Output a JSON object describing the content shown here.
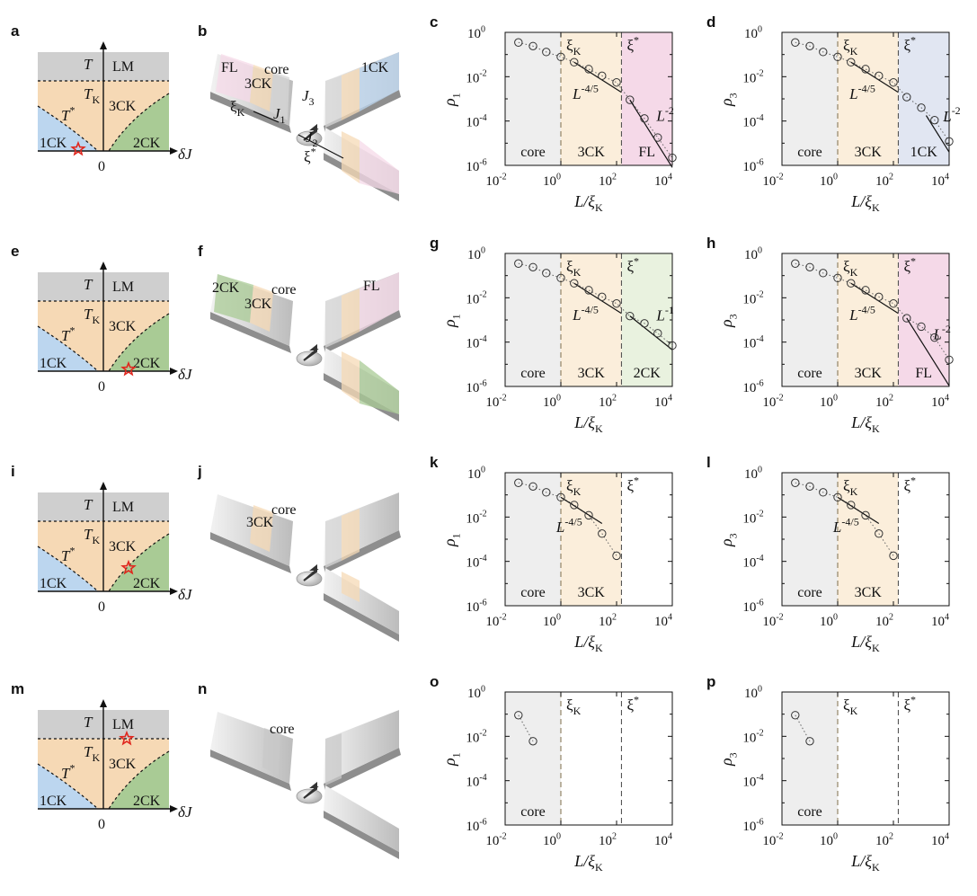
{
  "colors": {
    "lm": "#cfcfcf",
    "ck3": "#f6d9b5",
    "ck1": "#bcd6ef",
    "ck2": "#a9cb95",
    "core_band": "#eeeeee",
    "ck3_band": "#fbeedb",
    "fl_band": "#f5d9e8",
    "ck1_band": "#e1e6f2",
    "ck2_band": "#e9f2df",
    "label_3ck": "#e2662b",
    "label_1ck": "#2243d6",
    "label_2ck": "#2f6b2a",
    "label_fl": "#d9163f",
    "star": "#e0271e"
  },
  "phase_diagram": {
    "labels": {
      "T": "T",
      "LM": "LM",
      "TK": "T",
      "TK_sub": "K",
      "Tstar": "T",
      "Tstar_sup": "*",
      "ck3": "3CK",
      "ck1": "1CK",
      "ck2": "2CK",
      "dJ": "δJ",
      "zero": "0"
    },
    "rows": [
      {
        "letter": "a",
        "star_pos": "1ck-2ck-boundary"
      },
      {
        "letter": "e",
        "star_pos": "2ck-axis"
      },
      {
        "letter": "i",
        "star_pos": "3ck-2ck-boundary"
      },
      {
        "letter": "m",
        "star_pos": "lm-3ck-boundary"
      }
    ]
  },
  "cartoons": [
    {
      "letter": "b",
      "labels": [
        {
          "text": "FL",
          "color": "label_fl"
        },
        {
          "text": "3CK",
          "color": "label_3ck"
        },
        {
          "text": "core",
          "color": "dark"
        },
        {
          "text": "1CK",
          "color": "label_1ck"
        },
        {
          "text": "J",
          "sub": "3"
        },
        {
          "text": "J",
          "sub": "1"
        },
        {
          "text": "J",
          "sub": "2"
        },
        {
          "text": "ξ",
          "sub": "K"
        },
        {
          "text": "ξ",
          "sup": "*"
        }
      ]
    },
    {
      "letter": "f",
      "labels": [
        {
          "text": "2CK",
          "color": "label_2ck"
        },
        {
          "text": "core",
          "color": "dark"
        },
        {
          "text": "3CK",
          "color": "label_3ck"
        },
        {
          "text": "FL",
          "color": "label_fl"
        }
      ]
    },
    {
      "letter": "j",
      "labels": [
        {
          "text": "3CK",
          "color": "label_3ck"
        },
        {
          "text": "core",
          "color": "dark"
        }
      ]
    },
    {
      "letter": "n",
      "labels": [
        {
          "text": "core",
          "color": "dark"
        }
      ]
    }
  ],
  "common_axis": {
    "xlabel": "L/ξ",
    "xlabel_sub": "K",
    "x_ticks": [
      {
        "base": "10",
        "exp": "-2"
      },
      {
        "base": "10",
        "exp": "0"
      },
      {
        "base": "10",
        "exp": "2"
      },
      {
        "base": "10",
        "exp": "4"
      }
    ],
    "y_ticks": [
      {
        "base": "10",
        "exp": "0"
      },
      {
        "base": "10",
        "exp": "-2"
      },
      {
        "base": "10",
        "exp": "-4"
      },
      {
        "base": "10",
        "exp": "-6"
      }
    ],
    "xi_k": "ξ",
    "xi_k_sub": "K",
    "xi_star": "ξ",
    "xi_star_sup": "*",
    "core_label": "core",
    "ck3_label": "3CK"
  },
  "chart_data": [
    {
      "letter": "c",
      "type": "scatter",
      "ylabel": "ρ",
      "ylabel_sub": "1",
      "xlog": true,
      "ylog": true,
      "xlim": [
        0.01,
        10000
      ],
      "ylim": [
        1e-06,
        1
      ],
      "x": [
        0.03,
        0.1,
        0.3,
        1,
        3,
        10,
        30,
        100,
        300,
        1000,
        3000,
        10000
      ],
      "y": [
        0.35,
        0.24,
        0.13,
        0.078,
        0.045,
        0.022,
        0.011,
        0.0055,
        0.0009,
        0.00013,
        1.8e-05,
        2.2e-06
      ],
      "fits": [
        {
          "label": "L",
          "label_sup": "-4/5",
          "x_range": [
            3,
            150
          ],
          "exponent": -0.8
        },
        {
          "label": "L",
          "label_sup": "-2",
          "x_range": [
            300,
            10000
          ],
          "exponent": -2
        }
      ],
      "regions": [
        {
          "label": "core",
          "color": "core_band",
          "x": [
            0.01,
            1
          ]
        },
        {
          "label": "3CK",
          "color": "ck3_band",
          "x": [
            1,
            150
          ]
        },
        {
          "label": "FL",
          "color": "fl_band",
          "x": [
            150,
            10000
          ]
        }
      ]
    },
    {
      "letter": "d",
      "type": "scatter",
      "ylabel": "ρ",
      "ylabel_sub": "3",
      "xlog": true,
      "ylog": true,
      "xlim": [
        0.01,
        10000
      ],
      "ylim": [
        1e-06,
        1
      ],
      "x": [
        0.03,
        0.1,
        0.3,
        1,
        3,
        10,
        30,
        100,
        300,
        1000,
        3000,
        10000
      ],
      "y": [
        0.35,
        0.24,
        0.13,
        0.078,
        0.045,
        0.022,
        0.011,
        0.0055,
        0.0012,
        0.0004,
        0.00011,
        1.2e-05
      ],
      "fits": [
        {
          "label": "L",
          "label_sup": "-4/5",
          "x_range": [
            3,
            150
          ],
          "exponent": -0.8
        },
        {
          "label": "L",
          "label_sup": "-2",
          "x_range": [
            1500,
            10000
          ],
          "exponent": -2
        }
      ],
      "regions": [
        {
          "label": "core",
          "color": "core_band",
          "x": [
            0.01,
            1
          ]
        },
        {
          "label": "3CK",
          "color": "ck3_band",
          "x": [
            1,
            150
          ]
        },
        {
          "label": "1CK",
          "color": "ck1_band",
          "x": [
            150,
            10000
          ]
        }
      ]
    },
    {
      "letter": "g",
      "type": "scatter",
      "ylabel": "ρ",
      "ylabel_sub": "1",
      "xlog": true,
      "ylog": true,
      "xlim": [
        0.01,
        10000
      ],
      "ylim": [
        1e-06,
        1
      ],
      "x": [
        0.03,
        0.1,
        0.3,
        1,
        3,
        10,
        30,
        100,
        300,
        1000,
        3000,
        10000
      ],
      "y": [
        0.35,
        0.24,
        0.13,
        0.078,
        0.045,
        0.022,
        0.011,
        0.0055,
        0.0015,
        0.0007,
        0.00025,
        7e-05
      ],
      "fits": [
        {
          "label": "L",
          "label_sup": "-4/5",
          "x_range": [
            3,
            150
          ],
          "exponent": -0.8
        },
        {
          "label": "L",
          "label_sup": "-1",
          "x_range": [
            300,
            10000
          ],
          "exponent": -1
        }
      ],
      "regions": [
        {
          "label": "core",
          "color": "core_band",
          "x": [
            0.01,
            1
          ]
        },
        {
          "label": "3CK",
          "color": "ck3_band",
          "x": [
            1,
            150
          ]
        },
        {
          "label": "2CK",
          "color": "ck2_band",
          "x": [
            150,
            10000
          ]
        }
      ]
    },
    {
      "letter": "h",
      "type": "scatter",
      "ylabel": "ρ",
      "ylabel_sub": "3",
      "xlog": true,
      "ylog": true,
      "xlim": [
        0.01,
        10000
      ],
      "ylim": [
        1e-06,
        1
      ],
      "x": [
        0.03,
        0.1,
        0.3,
        1,
        3,
        10,
        30,
        100,
        300,
        1000,
        3000,
        10000
      ],
      "y": [
        0.35,
        0.24,
        0.13,
        0.078,
        0.045,
        0.022,
        0.011,
        0.0055,
        0.0012,
        0.0005,
        0.00016,
        1.6e-05
      ],
      "fits": [
        {
          "label": "L",
          "label_sup": "-4/5",
          "x_range": [
            3,
            150
          ],
          "exponent": -0.8
        },
        {
          "label": "L",
          "label_sup": "-2",
          "x_range": [
            300,
            10000
          ],
          "exponent": -2
        }
      ],
      "regions": [
        {
          "label": "core",
          "color": "core_band",
          "x": [
            0.01,
            1
          ]
        },
        {
          "label": "3CK",
          "color": "ck3_band",
          "x": [
            1,
            150
          ]
        },
        {
          "label": "FL",
          "color": "fl_band",
          "x": [
            150,
            10000
          ]
        }
      ]
    },
    {
      "letter": "k",
      "type": "scatter",
      "ylabel": "ρ",
      "ylabel_sub": "1",
      "xlog": true,
      "ylog": true,
      "xlim": [
        0.01,
        10000
      ],
      "ylim": [
        1e-06,
        1
      ],
      "x": [
        0.03,
        0.1,
        0.3,
        1,
        3,
        10,
        30,
        100
      ],
      "y": [
        0.35,
        0.24,
        0.13,
        0.078,
        0.035,
        0.012,
        0.0018,
        0.00018
      ],
      "fits": [
        {
          "label": "L",
          "label_sup": "-4/5",
          "x_range": [
            1,
            30
          ],
          "exponent": -0.8
        }
      ],
      "regions": [
        {
          "label": "core",
          "color": "core_band",
          "x": [
            0.01,
            1
          ]
        },
        {
          "label": "3CK",
          "color": "ck3_band",
          "x": [
            1,
            150
          ]
        }
      ]
    },
    {
      "letter": "l",
      "type": "scatter",
      "ylabel": "ρ",
      "ylabel_sub": "3",
      "xlog": true,
      "ylog": true,
      "xlim": [
        0.01,
        10000
      ],
      "ylim": [
        1e-06,
        1
      ],
      "x": [
        0.03,
        0.1,
        0.3,
        1,
        3,
        10,
        30,
        100
      ],
      "y": [
        0.35,
        0.24,
        0.13,
        0.078,
        0.035,
        0.012,
        0.0018,
        0.00018
      ],
      "fits": [
        {
          "label": "L",
          "label_sup": "-4/5",
          "x_range": [
            1,
            30
          ],
          "exponent": -0.8
        }
      ],
      "regions": [
        {
          "label": "core",
          "color": "core_band",
          "x": [
            0.01,
            1
          ]
        },
        {
          "label": "3CK",
          "color": "ck3_band",
          "x": [
            1,
            150
          ]
        }
      ]
    },
    {
      "letter": "o",
      "type": "scatter",
      "ylabel": "ρ",
      "ylabel_sub": "1",
      "xlog": true,
      "ylog": true,
      "xlim": [
        0.01,
        10000
      ],
      "ylim": [
        1e-06,
        1
      ],
      "x": [
        0.03,
        0.1
      ],
      "y": [
        0.09,
        0.006
      ],
      "fits": [],
      "regions": [
        {
          "label": "core",
          "color": "core_band",
          "x": [
            0.01,
            1
          ]
        }
      ]
    },
    {
      "letter": "p",
      "type": "scatter",
      "ylabel": "ρ",
      "ylabel_sub": "3",
      "xlog": true,
      "ylog": true,
      "xlim": [
        0.01,
        10000
      ],
      "ylim": [
        1e-06,
        1
      ],
      "x": [
        0.03,
        0.1
      ],
      "y": [
        0.09,
        0.006
      ],
      "fits": [],
      "regions": [
        {
          "label": "core",
          "color": "core_band",
          "x": [
            0.01,
            1
          ]
        }
      ]
    }
  ]
}
